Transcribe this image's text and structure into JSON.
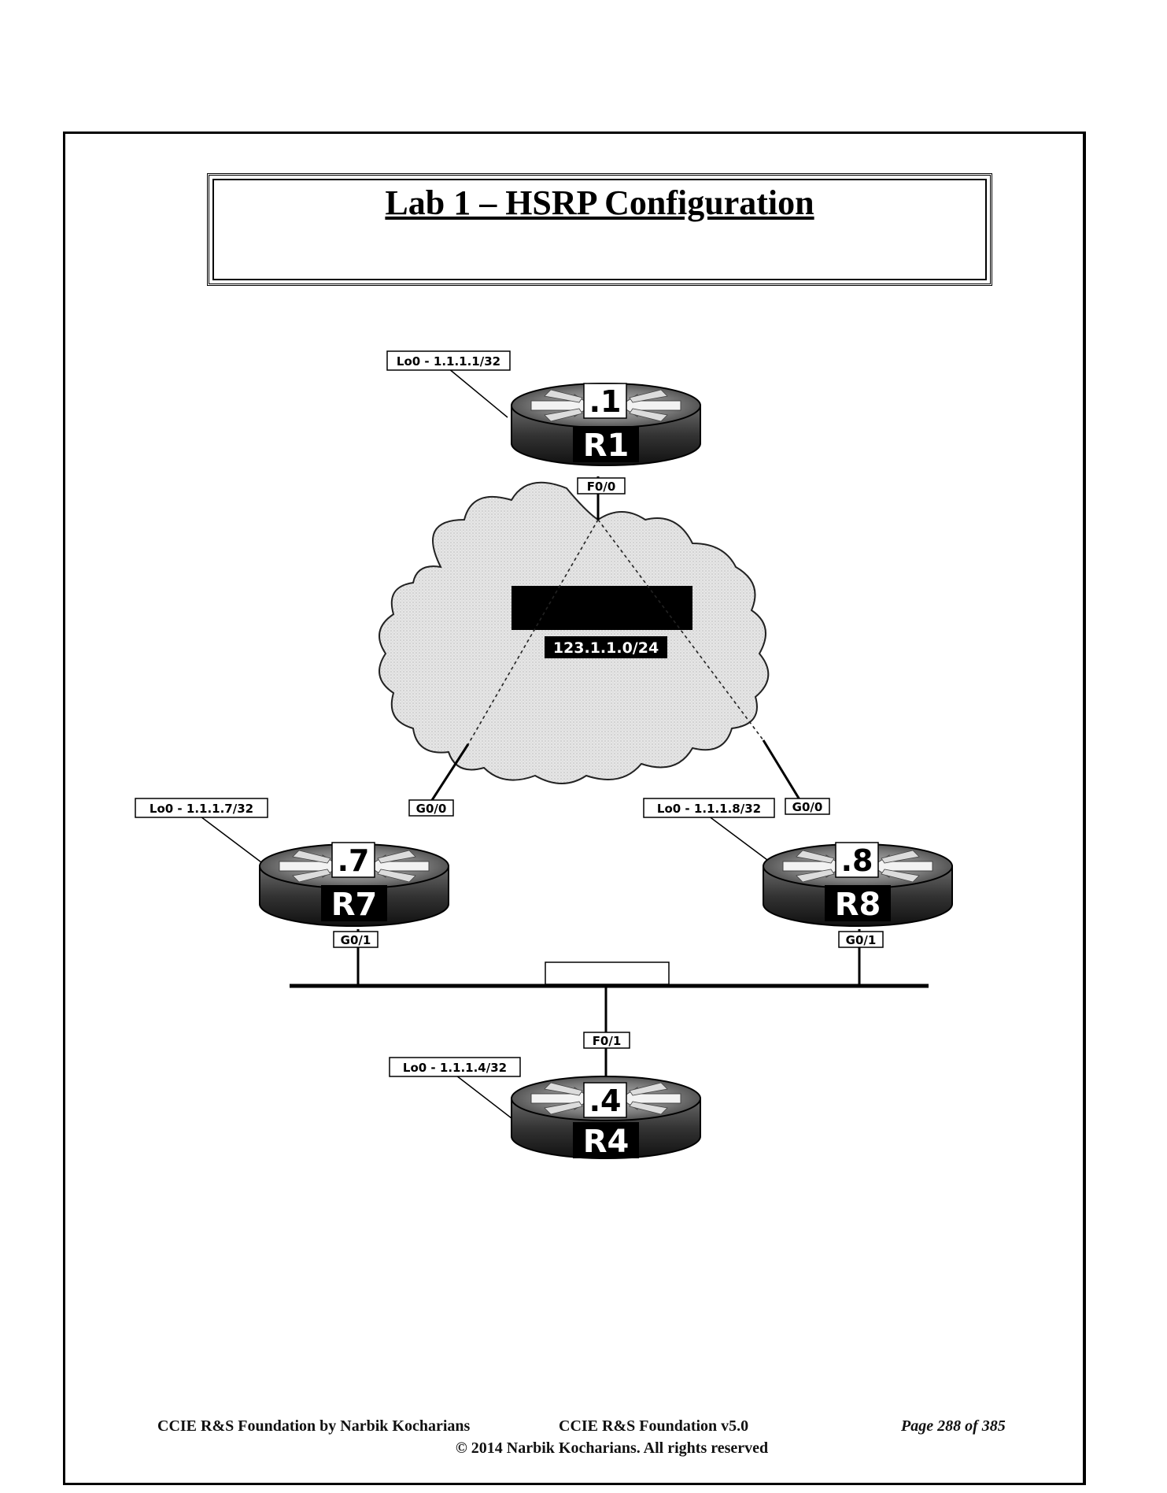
{
  "title": "Lab 1 – HSRP Configuration",
  "network": {
    "cloud_label": "123.1.1.0/24"
  },
  "routers": [
    {
      "id": "r1",
      "name": "R1",
      "host": ".1",
      "loopback": "Lo0 - 1.1.1.1/32"
    },
    {
      "id": "r7",
      "name": "R7",
      "host": ".7",
      "loopback": "Lo0 - 1.1.1.7/32"
    },
    {
      "id": "r8",
      "name": "R8",
      "host": ".8",
      "loopback": "Lo0 - 1.1.1.8/32"
    },
    {
      "id": "r4",
      "name": "R4",
      "host": ".4",
      "loopback": "Lo0 - 1.1.1.4/32"
    }
  ],
  "interfaces": {
    "r1_f00": "F0/0",
    "r7_g00": "G0/0",
    "r8_g00": "G0/0",
    "r7_g01": "G0/1",
    "r8_g01": "G0/1",
    "r4_f01": "F0/1"
  },
  "footer": {
    "left": "CCIE R&S Foundation by Narbik Kocharians",
    "center": "CCIE R&S Foundation v5.0",
    "right": "Page 288 of 385",
    "copyright": "© 2014 Narbik Kocharians. All rights reserved"
  }
}
